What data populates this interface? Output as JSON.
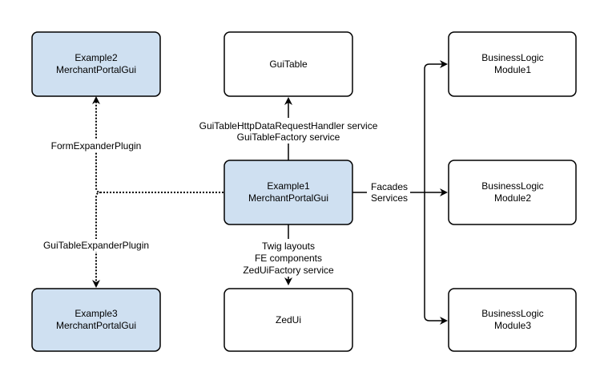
{
  "colors": {
    "highlight_fill": "#cfe0f1",
    "plain_fill": "#ffffff",
    "stroke": "#000000"
  },
  "nodes": {
    "example2": [
      "Example2",
      "MerchantPortalGui"
    ],
    "guitable": [
      "GuiTable"
    ],
    "module1": [
      "BusinessLogic",
      "Module1"
    ],
    "example1": [
      "Example1",
      "MerchantPortalGui"
    ],
    "module2": [
      "BusinessLogic",
      "Module2"
    ],
    "example3": [
      "Example3",
      "MerchantPortalGui"
    ],
    "zedui": [
      "ZedUi"
    ],
    "module3": [
      "BusinessLogic",
      "Module3"
    ]
  },
  "edges": {
    "to_guitable": [
      "GuiTableHttpDataRequestHandler service",
      "GuiTableFactory service"
    ],
    "to_example2": [
      "FormExpanderPlugin"
    ],
    "to_example3": [
      "GuiTableExpanderPlugin"
    ],
    "to_zedui": [
      "Twig layouts",
      "FE components",
      "ZedUiFactory service"
    ],
    "to_modules": [
      "Facades",
      "Services"
    ]
  }
}
